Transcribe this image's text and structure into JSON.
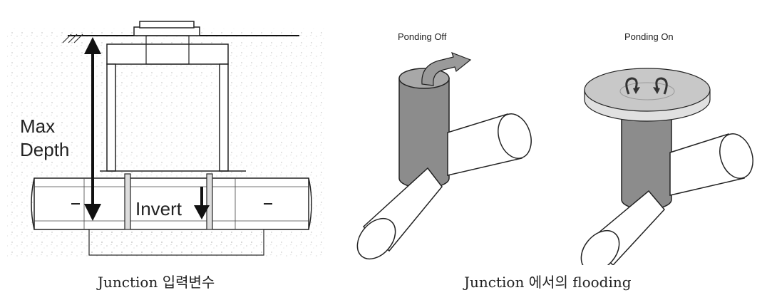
{
  "left_figure": {
    "max_depth_label_line1": "Max",
    "max_depth_label_line2": "Depth",
    "invert_label": "Invert",
    "caption": "Junction 입력변수"
  },
  "right_figure": {
    "ponding_off_label": "Ponding Off",
    "ponding_on_label": "Ponding On",
    "caption": "Junction 에서의 flooding"
  },
  "colors": {
    "cylinder_gray": "#8c8c8c",
    "pipe_white": "#ffffff",
    "disc_gray": "#c8c8c8",
    "outline": "#222222"
  }
}
